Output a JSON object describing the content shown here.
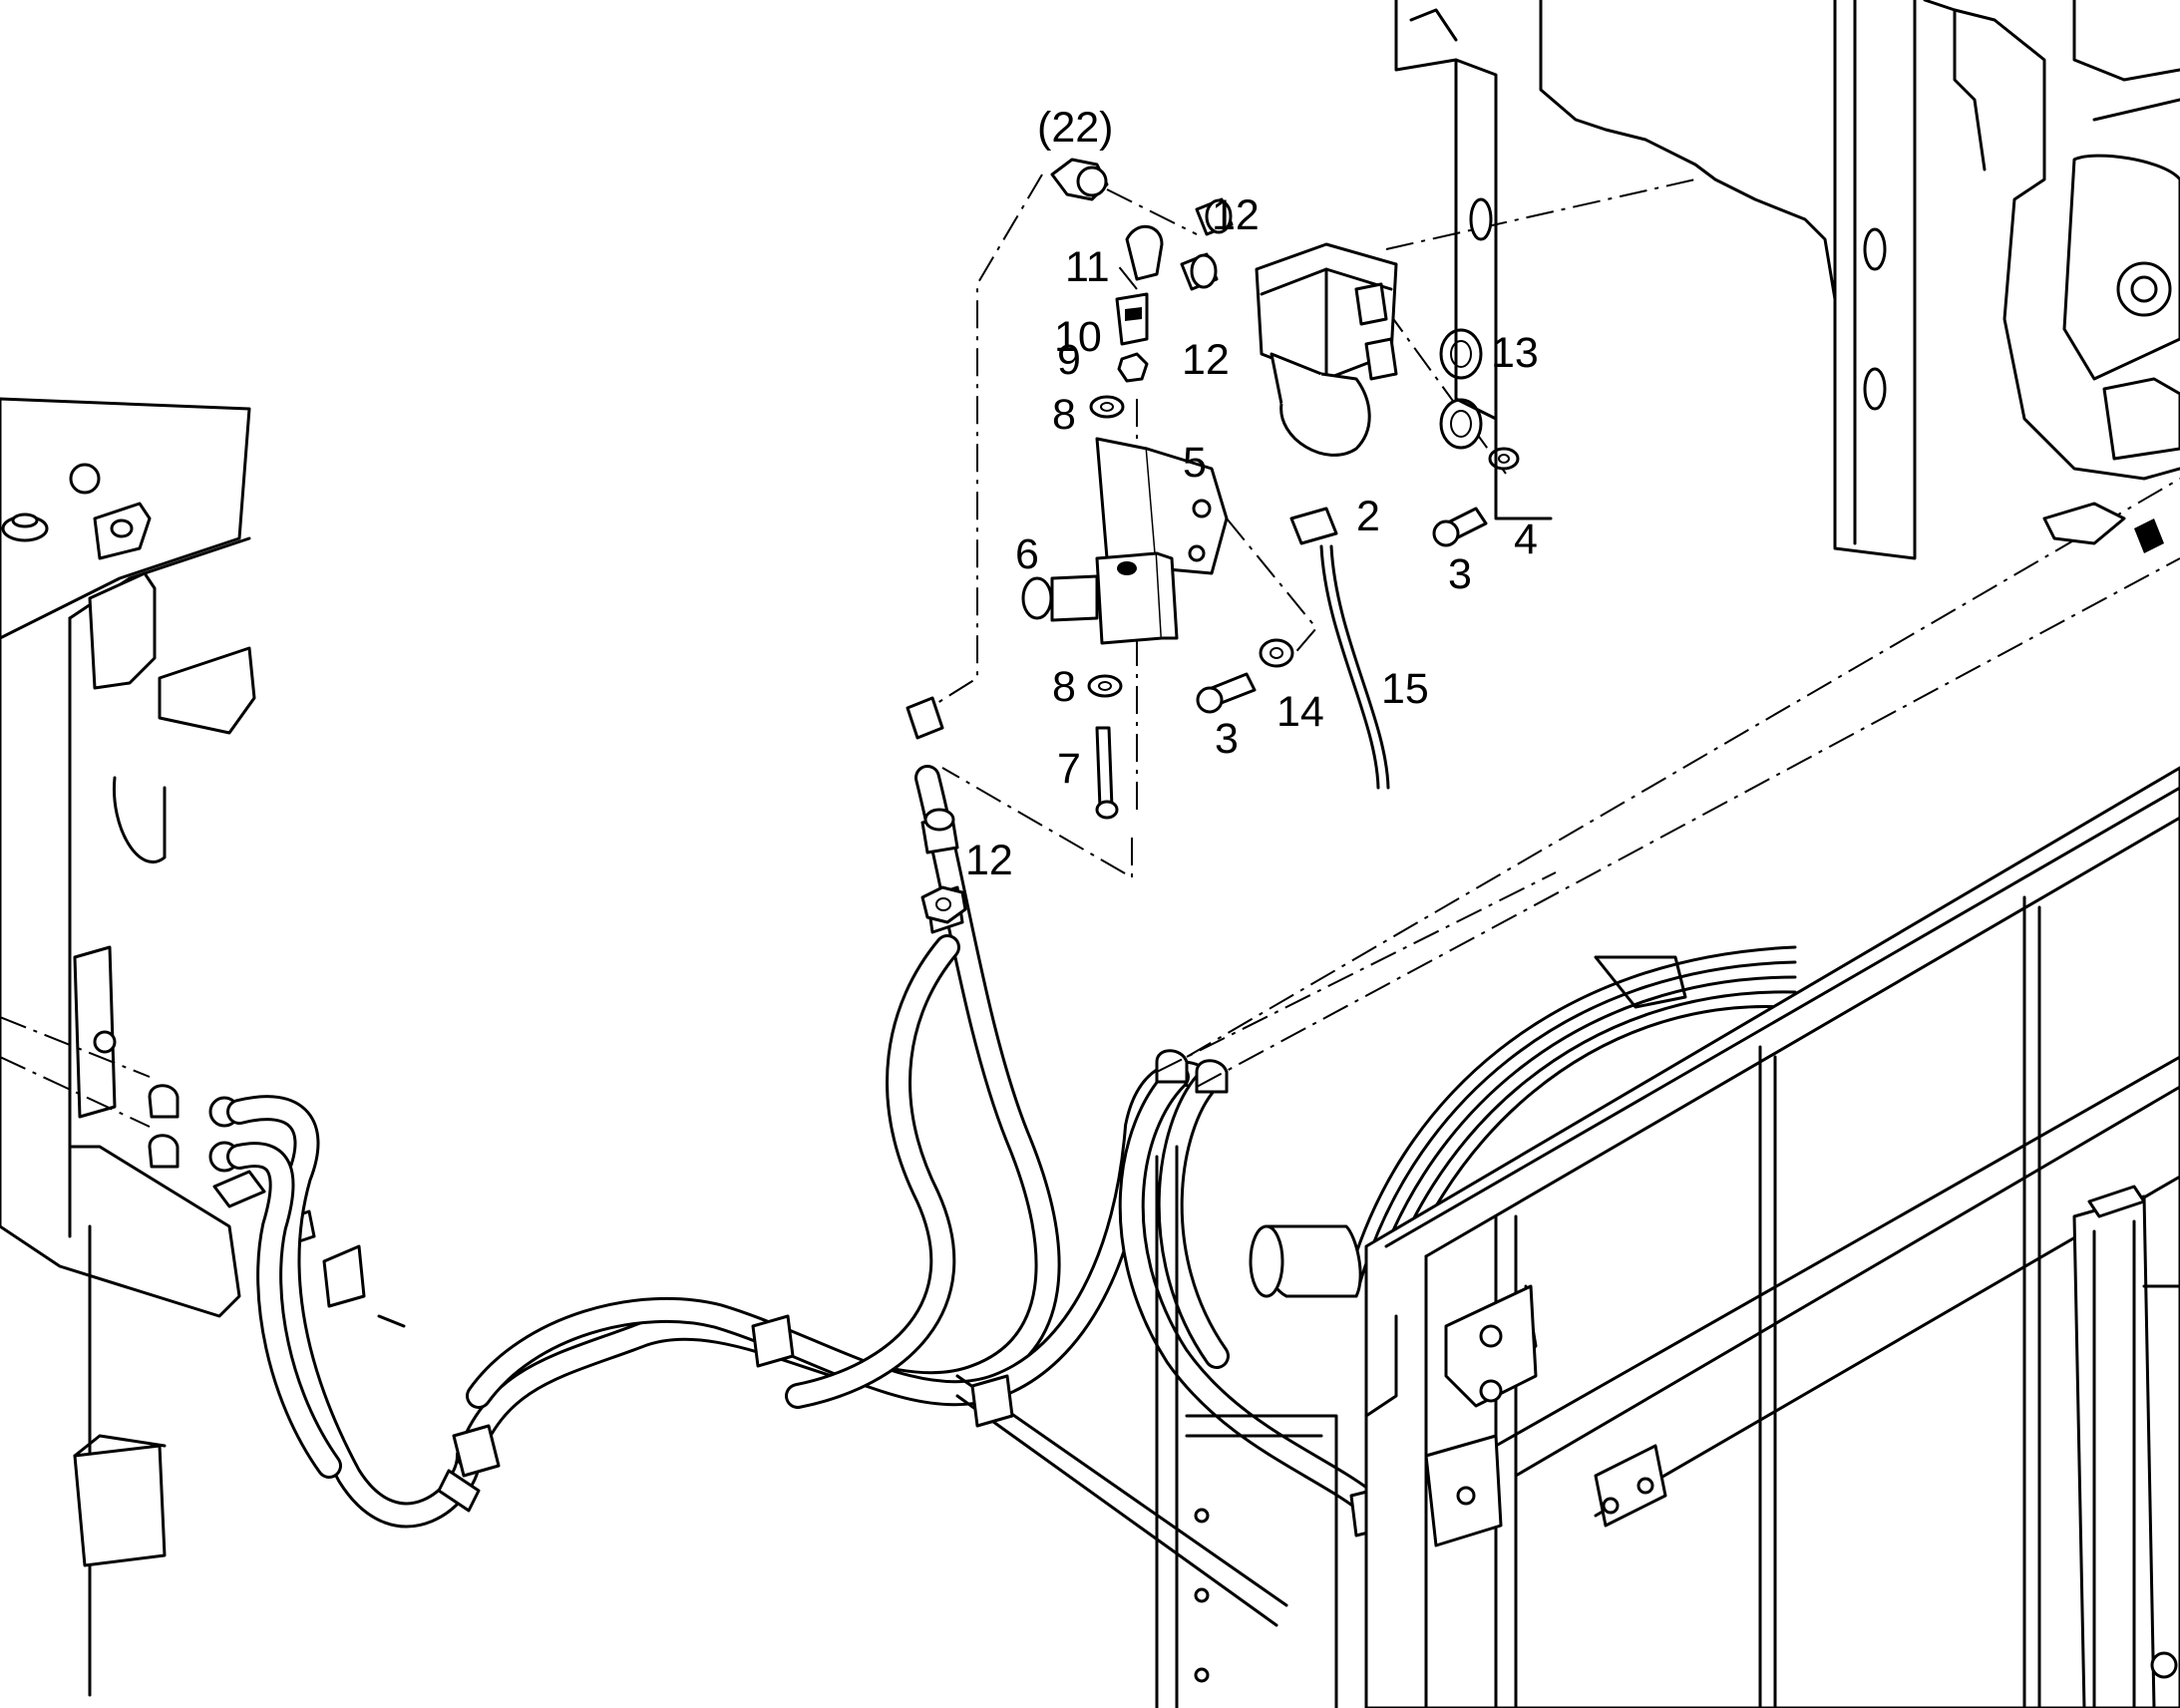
{
  "callouts": [
    {
      "id": "c22",
      "text": "(22)"
    },
    {
      "id": "c12a",
      "text": "12"
    },
    {
      "id": "c11",
      "text": "11"
    },
    {
      "id": "c10",
      "text": "10"
    },
    {
      "id": "c12b",
      "text": "12"
    },
    {
      "id": "c13",
      "text": "13"
    },
    {
      "id": "c9",
      "text": "9"
    },
    {
      "id": "c8a",
      "text": "8"
    },
    {
      "id": "c5",
      "text": "5"
    },
    {
      "id": "c2",
      "text": "2"
    },
    {
      "id": "c4",
      "text": "4"
    },
    {
      "id": "c3a",
      "text": "3"
    },
    {
      "id": "c6",
      "text": "6"
    },
    {
      "id": "c8b",
      "text": "8"
    },
    {
      "id": "c15",
      "text": "15"
    },
    {
      "id": "c14",
      "text": "14"
    },
    {
      "id": "c3b",
      "text": "3"
    },
    {
      "id": "c7",
      "text": "7"
    },
    {
      "id": "c12c",
      "text": "12"
    }
  ],
  "colors": {
    "line": "#000000",
    "background": "#ffffff"
  }
}
